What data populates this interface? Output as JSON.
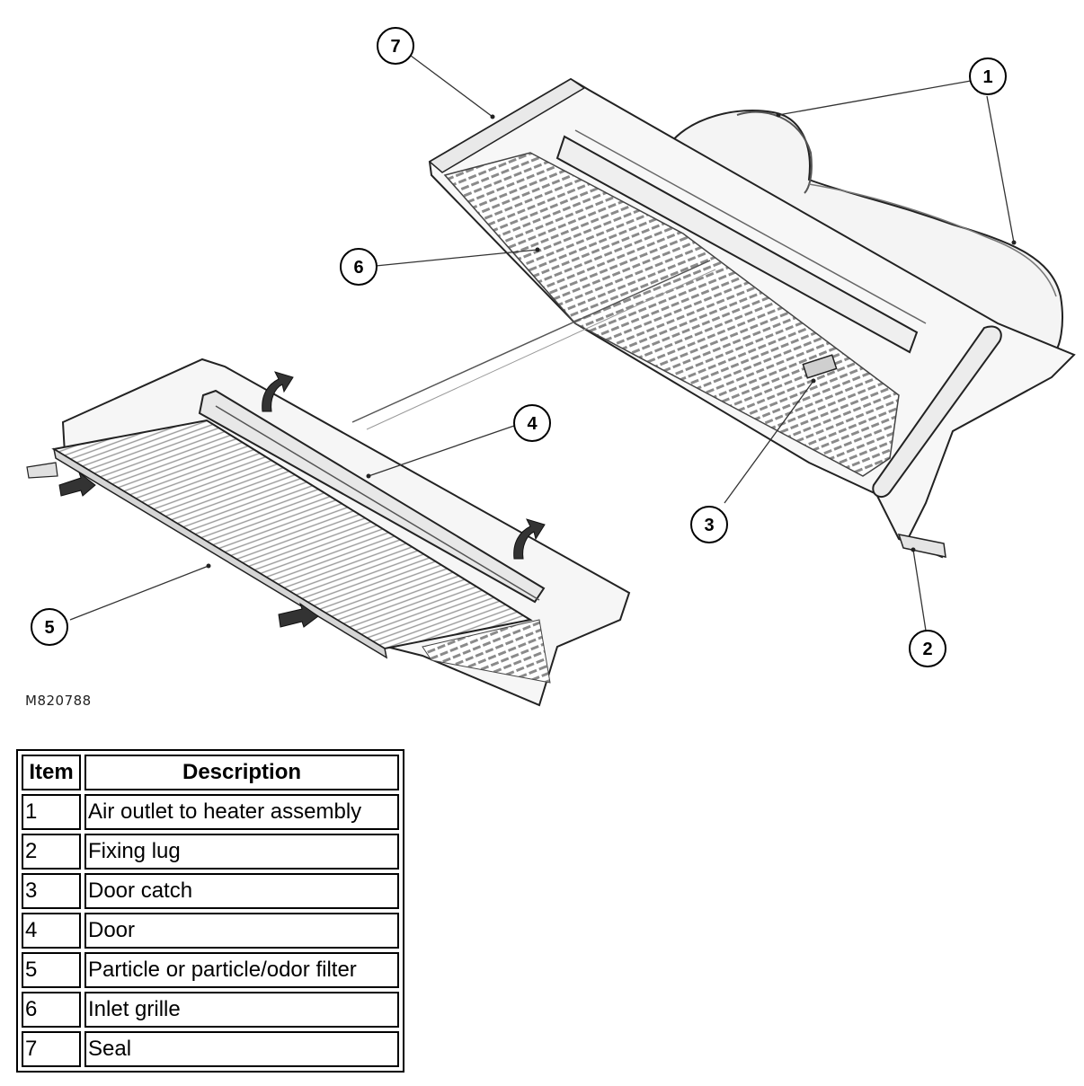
{
  "figure": {
    "code": "M820788",
    "callouts": [
      {
        "label": "1"
      },
      {
        "label": "2"
      },
      {
        "label": "3"
      },
      {
        "label": "4"
      },
      {
        "label": "5"
      },
      {
        "label": "6"
      },
      {
        "label": "7"
      }
    ]
  },
  "table": {
    "header_item": "Item",
    "header_description": "Description",
    "rows": [
      {
        "item": "1",
        "description": "Air outlet to heater assembly"
      },
      {
        "item": "2",
        "description": "Fixing lug"
      },
      {
        "item": "3",
        "description": "Door catch"
      },
      {
        "item": "4",
        "description": "Door"
      },
      {
        "item": "5",
        "description": "Particle or particle/odor filter"
      },
      {
        "item": "6",
        "description": "Inlet grille"
      },
      {
        "item": "7",
        "description": "Seal"
      }
    ]
  }
}
